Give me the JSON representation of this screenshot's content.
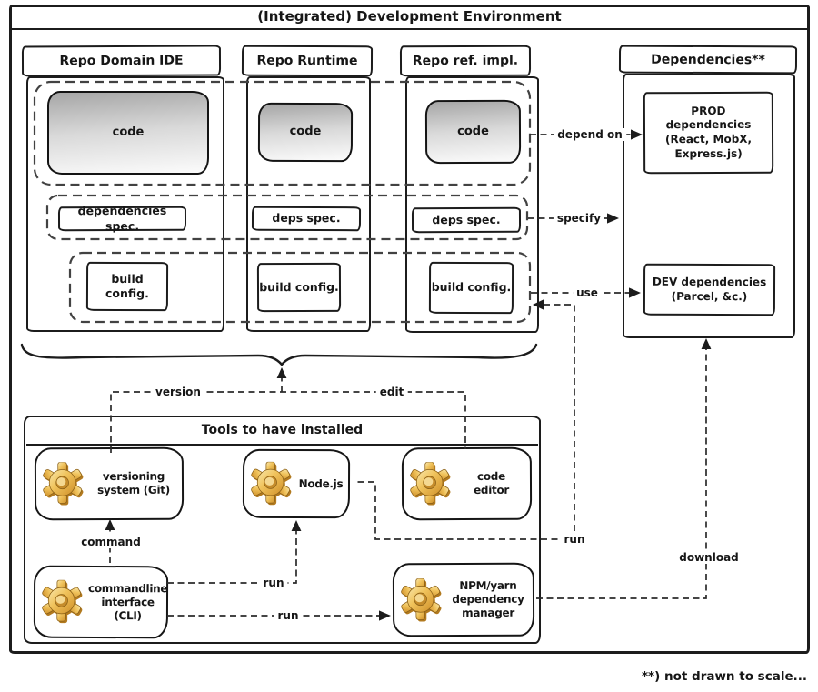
{
  "frame": {
    "title": "(Integrated) Development Environment"
  },
  "footnote": "**) not drawn to scale...",
  "columns": [
    {
      "title": "Repo Domain IDE",
      "code_label": "code",
      "spec_label": "dependencies spec.",
      "build_label": "build config."
    },
    {
      "title": "Repo Runtime",
      "code_label": "code",
      "spec_label": "deps spec.",
      "build_label": "build config."
    },
    {
      "title": "Repo ref. impl.",
      "code_label": "code",
      "spec_label": "deps spec.",
      "build_label": "build config."
    }
  ],
  "dependencies": {
    "title": "Dependencies**",
    "prod_label": "PROD dependencies (React, MobX, Express.js)",
    "dev_label": "DEV dependencies (Parcel, &c.)"
  },
  "tools": {
    "title": "Tools to have installed",
    "items": [
      {
        "icon": "gear-icon",
        "label": "versioning system (Git)"
      },
      {
        "icon": "gear-icon",
        "label": "Node.js"
      },
      {
        "icon": "gear-icon",
        "label": "code editor"
      },
      {
        "icon": "gear-icon",
        "label": "commandline interface (CLI)"
      },
      {
        "icon": "gear-icon",
        "label": "NPM/yarn dependency manager"
      }
    ]
  },
  "edges": {
    "depend_on": "depend on",
    "specify": "specify",
    "use": "use",
    "version": "version",
    "edit": "edit",
    "command": "command",
    "run_node": "run",
    "run_npm": "run",
    "run_build": "run",
    "download": "download"
  },
  "colors": {
    "ink": "#1c1c1c",
    "background": "#ffffff",
    "gear_gold": "#f0c35c",
    "gear_shadow": "#b27a1f",
    "code_box_gradient_top": "#a6a6a6",
    "code_box_gradient_bottom": "#fbfbfb"
  }
}
